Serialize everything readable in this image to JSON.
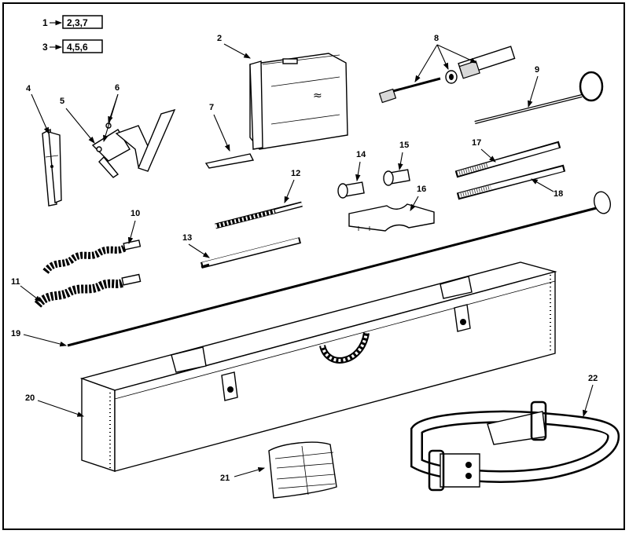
{
  "legend": [
    {
      "num": "1",
      "items": "2,3,7"
    },
    {
      "num": "3",
      "items": "4,5,6"
    }
  ],
  "callouts": [
    "2",
    "4",
    "5",
    "6",
    "7",
    "8",
    "9",
    "10",
    "11",
    "12",
    "13",
    "14",
    "15",
    "16",
    "17",
    "18",
    "19",
    "20",
    "21",
    "22"
  ]
}
